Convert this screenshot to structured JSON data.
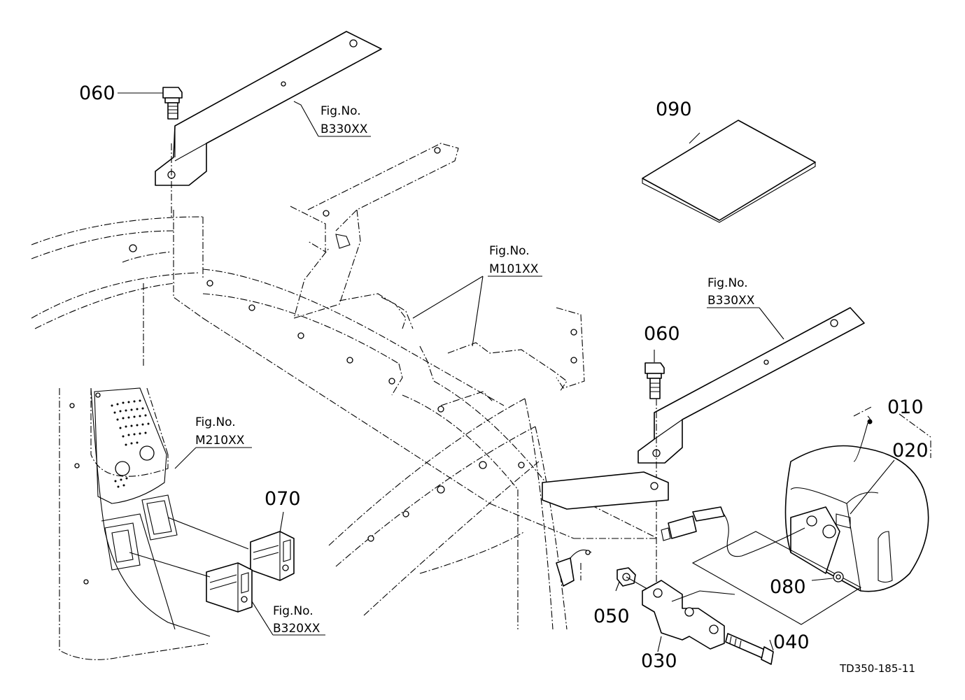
{
  "diagram": {
    "part_numbers": [
      "060",
      "060",
      "090",
      "070",
      "050",
      "030",
      "040",
      "080",
      "010",
      "020"
    ],
    "figure_refs": [
      {
        "prefix": "Fig.No.",
        "code": "B330XX"
      },
      {
        "prefix": "Fig.No.",
        "code": "M101XX"
      },
      {
        "prefix": "Fig.No.",
        "code": "B330XX"
      },
      {
        "prefix": "Fig.No.",
        "code": "M210XX"
      },
      {
        "prefix": "Fig.No.",
        "code": "B320XX"
      }
    ],
    "drawing_id": "TD350-185-11"
  }
}
